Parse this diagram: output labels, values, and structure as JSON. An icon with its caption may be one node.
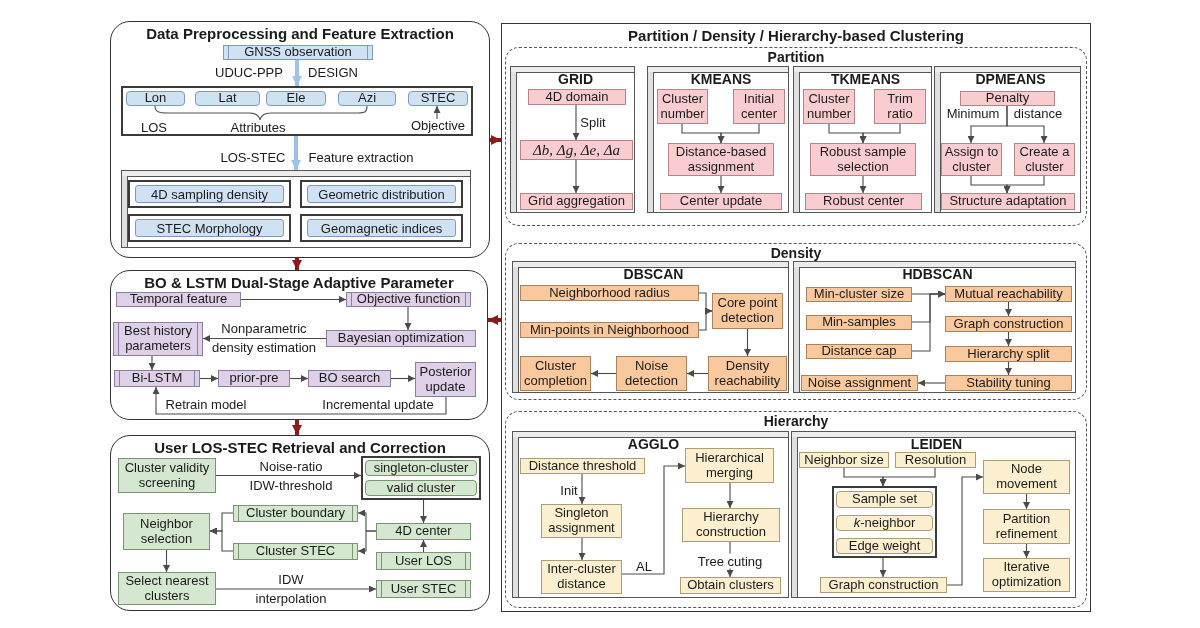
{
  "diagram": {
    "nodes": [
      {
        "text": [
          "Data Preprocessing and Feature Extraction"
        ]
      },
      {
        "text": [
          "GNSS observation"
        ],
        "in": 0
      },
      {
        "text": [],
        "shape": "box",
        "in": 0
      },
      {
        "text": [
          "Lon"
        ],
        "in": 2
      },
      {
        "text": [
          "Lat"
        ],
        "in": 2
      },
      {
        "text": [
          "Ele"
        ],
        "in": 2
      },
      {
        "text": [
          "Azi"
        ],
        "in": 2
      },
      {
        "text": [
          "STEC"
        ],
        "in": 2
      },
      {
        "text": [
          "Objective"
        ],
        "in": 2
      },
      {
        "text": [],
        "shape": "box",
        "in": 0
      },
      {
        "text": [
          "4D sampling density"
        ],
        "in": 9
      },
      {
        "text": [
          "Geometric distribution"
        ],
        "in": 9
      },
      {
        "text": [
          "STEC Morphology"
        ],
        "in": 9
      },
      {
        "text": [
          "Geomagnetic indices"
        ],
        "in": 9
      },
      {
        "text": [
          "BO & LSTM Dual-Stage Adaptive Parameter"
        ]
      },
      {
        "text": [
          "Temporal feature"
        ],
        "in": 14
      },
      {
        "text": [
          "Objective function"
        ],
        "in": 14
      },
      {
        "text": [
          "Best history parameters"
        ],
        "in": 14
      },
      {
        "text": [
          "Bayesian optimization"
        ],
        "in": 14
      },
      {
        "text": [
          "Bi-LSTM"
        ],
        "in": 14
      },
      {
        "text": [
          "prior-pre"
        ],
        "in": 14
      },
      {
        "text": [
          "BO search"
        ],
        "in": 14
      },
      {
        "text": [
          "Posterior update"
        ],
        "in": 14
      },
      {
        "text": [
          "User LOS-STEC Retrieval and Correction"
        ]
      },
      {
        "text": [
          "Cluster validity screening"
        ],
        "in": 23
      },
      {
        "text": [],
        "shape": "box",
        "in": 23
      },
      {
        "text": [
          "singleton-cluster"
        ],
        "in": 25
      },
      {
        "text": [
          "valid cluster"
        ],
        "in": 25
      },
      {
        "text": [
          "Cluster boundary"
        ],
        "in": 23
      },
      {
        "text": [
          "Neighbor selection"
        ],
        "in": 23
      },
      {
        "text": [
          "4D center"
        ],
        "in": 23
      },
      {
        "text": [
          "Cluster STEC"
        ],
        "in": 23
      },
      {
        "text": [
          "User LOS"
        ],
        "in": 23
      },
      {
        "text": [
          "Select nearest clusters"
        ],
        "in": 23
      },
      {
        "text": [
          "User STEC"
        ],
        "in": 23
      },
      {
        "text": [
          "Partition / Density / Hierarchy-based Clustering"
        ]
      },
      {
        "text": [
          "Partition"
        ],
        "in": 35
      },
      {
        "text": [
          "GRID"
        ],
        "in": 36
      },
      {
        "text": [
          "4D domain"
        ],
        "in": 37
      },
      {
        "text": [
          "Δb, Δg, Δe, Δa"
        ],
        "in": 37
      },
      {
        "text": [
          "Grid aggregation"
        ],
        "in": 37
      },
      {
        "text": [
          "KMEANS"
        ],
        "in": 36
      },
      {
        "text": [
          "Cluster number"
        ],
        "in": 41
      },
      {
        "text": [
          "Initial center"
        ],
        "in": 41
      },
      {
        "text": [
          "Distance-based assignment"
        ],
        "in": 41
      },
      {
        "text": [
          "Center update"
        ],
        "in": 41
      },
      {
        "text": [
          "TKMEANS"
        ],
        "in": 36
      },
      {
        "text": [
          "Cluster number"
        ],
        "in": 46
      },
      {
        "text": [
          "Trim ratio"
        ],
        "in": 46
      },
      {
        "text": [
          "Robust sample selection"
        ],
        "in": 46
      },
      {
        "text": [
          "Robust center"
        ],
        "in": 46
      },
      {
        "text": [
          "DPMEANS"
        ],
        "in": 36
      },
      {
        "text": [
          "Penalty"
        ],
        "in": 51
      },
      {
        "text": [
          "Assign to cluster"
        ],
        "in": 51
      },
      {
        "text": [
          "Create a cluster"
        ],
        "in": 51
      },
      {
        "text": [
          "Structure adaptation"
        ],
        "in": 51
      },
      {
        "text": [
          "Density"
        ],
        "in": 35
      },
      {
        "text": [
          "DBSCAN"
        ],
        "in": 56
      },
      {
        "text": [
          "Neighborhood radius"
        ],
        "in": 57
      },
      {
        "text": [
          "Core point detection"
        ],
        "in": 57
      },
      {
        "text": [
          "Min-points in Neighborhood"
        ],
        "in": 57
      },
      {
        "text": [
          "Cluster completion"
        ],
        "in": 57
      },
      {
        "text": [
          "Noise detection"
        ],
        "in": 57
      },
      {
        "text": [
          "Density reachability"
        ],
        "in": 57
      },
      {
        "text": [
          "HDBSCAN"
        ],
        "in": 56
      },
      {
        "text": [
          "Min-cluster size"
        ],
        "in": 64
      },
      {
        "text": [
          "Mutual reachability"
        ],
        "in": 64
      },
      {
        "text": [
          "Min-samples"
        ],
        "in": 64
      },
      {
        "text": [
          "Graph construction"
        ],
        "in": 64
      },
      {
        "text": [
          "Distance cap"
        ],
        "in": 64
      },
      {
        "text": [
          "Hierarchy split"
        ],
        "in": 64
      },
      {
        "text": [
          "Noise assignment"
        ],
        "in": 64
      },
      {
        "text": [
          "Stability tuning"
        ],
        "in": 64
      },
      {
        "text": [
          "Hierarchy"
        ],
        "in": 35
      },
      {
        "text": [
          "AGGLO"
        ],
        "in": 73
      },
      {
        "text": [
          "Distance threshold"
        ],
        "in": 74
      },
      {
        "text": [
          "Hierarchical merging"
        ],
        "in": 74
      },
      {
        "text": [
          "Singleton assignment"
        ],
        "in": 74
      },
      {
        "text": [
          "Hierarchy construction"
        ],
        "in": 74
      },
      {
        "text": [
          "Inter-cluster distance"
        ],
        "in": 74
      },
      {
        "text": [
          "Obtain clusters"
        ],
        "in": 74
      },
      {
        "text": [
          "LEIDEN"
        ],
        "in": 73
      },
      {
        "text": [
          "Neighbor size"
        ],
        "in": 81
      },
      {
        "text": [
          "Resolution"
        ],
        "in": 81
      },
      {
        "text": [
          "Node movement"
        ],
        "in": 81
      },
      {
        "text": [],
        "shape": "box",
        "in": 81
      },
      {
        "text": [
          "Sample set"
        ],
        "in": 85
      },
      {
        "text": [
          "*k*-neighbor"
        ],
        "in": 85
      },
      {
        "text": [
          "Edge weight"
        ],
        "in": 85
      },
      {
        "text": [
          "Partition refinement"
        ],
        "in": 81
      },
      {
        "text": [
          "Iterative optimization"
        ],
        "in": 81
      },
      {
        "text": [
          "Graph construction"
        ],
        "in": 81
      }
    ],
    "edges": [
      {
        "from": 1,
        "to": 2,
        "arrow": "to",
        "style": "thick",
        "color": "#9dc3e6"
      },
      {
        "from": 2,
        "to": 9,
        "arrow": "to",
        "style": "thick",
        "color": "#9dc3e6"
      },
      {
        "from": 8,
        "to": 7,
        "arrow": "to"
      },
      {
        "from": 15,
        "to": 16,
        "arrow": "to"
      },
      {
        "from": 16,
        "to": 18,
        "arrow": "to"
      },
      {
        "from": 18,
        "to": 17,
        "arrow": "to",
        "label": "Nonparametric density estimation"
      },
      {
        "from": 17,
        "to": 19,
        "arrow": "to"
      },
      {
        "from": 19,
        "to": 20,
        "arrow": "to"
      },
      {
        "from": 20,
        "to": 21,
        "arrow": "to"
      },
      {
        "from": 21,
        "to": 22,
        "arrow": "to"
      },
      {
        "from": 22,
        "to": 19,
        "arrow": "to"
      },
      {
        "from": 24,
        "to": 25,
        "arrow": "to",
        "label": "Noise-ratio IDW-threshold"
      },
      {
        "from": 25,
        "to": 30,
        "arrow": "to"
      },
      {
        "from": 30,
        "to": 28,
        "arrow": "to"
      },
      {
        "from": 30,
        "to": 31,
        "arrow": "to"
      },
      {
        "from": 28,
        "to": 29,
        "arrow": "to"
      },
      {
        "from": 31,
        "to": 29,
        "arrow": "to"
      },
      {
        "from": 32,
        "to": 30,
        "arrow": "to"
      },
      {
        "from": 29,
        "to": 33,
        "arrow": "to"
      },
      {
        "from": 33,
        "to": 34,
        "arrow": "to",
        "label": "IDW interpolation"
      },
      {
        "from": 0,
        "to": 14,
        "arrow": "to",
        "style": "thick",
        "color": "#8b1a1a"
      },
      {
        "from": 0,
        "to": 35,
        "arrow": "to",
        "style": "thick",
        "color": "#8b1a1a"
      },
      {
        "from": 35,
        "to": 14,
        "arrow": "to",
        "style": "thick",
        "color": "#8b1a1a"
      },
      {
        "from": 14,
        "to": 23,
        "arrow": "to",
        "style": "thick",
        "color": "#8b1a1a"
      },
      {
        "from": 38,
        "to": 39,
        "arrow": "to",
        "label": "Split"
      },
      {
        "from": 39,
        "to": 40,
        "arrow": "to"
      },
      {
        "from": 42,
        "to": 44,
        "arrow": "to"
      },
      {
        "from": 43,
        "to": 44,
        "arrow": "to"
      },
      {
        "from": 44,
        "to": 45,
        "arrow": "to"
      },
      {
        "from": 47,
        "to": 49,
        "arrow": "to"
      },
      {
        "from": 48,
        "to": 49,
        "arrow": "to"
      },
      {
        "from": 49,
        "to": 50,
        "arrow": "to"
      },
      {
        "from": 52,
        "to": 53,
        "arrow": "to"
      },
      {
        "from": 52,
        "to": 54,
        "arrow": "to"
      },
      {
        "from": 53,
        "to": 55,
        "arrow": "to"
      },
      {
        "from": 54,
        "to": 55,
        "arrow": "to"
      },
      {
        "from": 58,
        "to": 59,
        "arrow": "to"
      },
      {
        "from": 60,
        "to": 59,
        "arrow": "to"
      },
      {
        "from": 59,
        "to": 63,
        "arrow": "to"
      },
      {
        "from": 63,
        "to": 62,
        "arrow": "to"
      },
      {
        "from": 62,
        "to": 61,
        "arrow": "to"
      },
      {
        "from": 65,
        "to": 66,
        "arrow": "to"
      },
      {
        "from": 67,
        "to": 66,
        "arrow": "to"
      },
      {
        "from": 69,
        "to": 66,
        "arrow": "to"
      },
      {
        "from": 66,
        "to": 68,
        "arrow": "to"
      },
      {
        "from": 68,
        "to": 70,
        "arrow": "to"
      },
      {
        "from": 70,
        "to": 72,
        "arrow": "to"
      },
      {
        "from": 72,
        "to": 71,
        "arrow": "to"
      },
      {
        "from": 75,
        "to": 77,
        "arrow": "to",
        "label": "Init"
      },
      {
        "from": 77,
        "to": 79,
        "arrow": "to"
      },
      {
        "from": 79,
        "to": 76,
        "arrow": "to",
        "label": "AL"
      },
      {
        "from": 76,
        "to": 78,
        "arrow": "to"
      },
      {
        "from": 78,
        "to": 80,
        "arrow": "to",
        "label": "Tree cuting"
      },
      {
        "from": 82,
        "to": 85,
        "arrow": "to"
      },
      {
        "from": 83,
        "to": 85,
        "arrow": "to"
      },
      {
        "from": 85,
        "to": 91,
        "arrow": "to"
      },
      {
        "from": 91,
        "to": 84,
        "arrow": "to"
      },
      {
        "from": 84,
        "to": 89,
        "arrow": "to"
      },
      {
        "from": 89,
        "to": 90,
        "arrow": "to"
      }
    ],
    "labels": [
      "UDUC-PPP",
      "DESIGN",
      "LOS",
      "Attributes",
      "LOS-STEC",
      "Feature extraction",
      "Retrain model",
      "Incremental update",
      "Minimum",
      "distance"
    ]
  }
}
